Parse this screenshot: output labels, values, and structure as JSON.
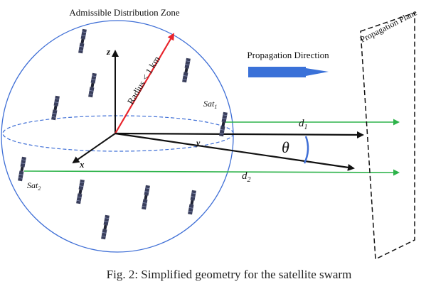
{
  "diagram": {
    "zone_label": "Admissible Distribution Zone",
    "propagation_direction_label": "Propagation Direction",
    "propagation_plane_label": "Propagation Plane",
    "radius_label": "Radius < 1 km",
    "axis_labels": {
      "z": "z",
      "y": "y",
      "x": "x"
    },
    "sat1_label": {
      "base": "Sat",
      "sub": "1"
    },
    "sat2_label": {
      "base": "Sat",
      "sub": "2"
    },
    "d1_label": {
      "base": "d",
      "sub": "1"
    },
    "d2_label": {
      "base": "d",
      "sub": "2"
    },
    "theta_label": "θ",
    "caption": "Fig. 2: Simplified geometry for the satellite swarm",
    "icons": [
      "satellite-icon",
      "propagation-arrow-icon"
    ],
    "colors": {
      "sphere": "#3f6fd6",
      "radius": "#e8242c",
      "beam": "#2db34a",
      "arrow_fill": "#3a71d8",
      "axes": "#111111",
      "satellite": "#3a3f5c"
    }
  }
}
